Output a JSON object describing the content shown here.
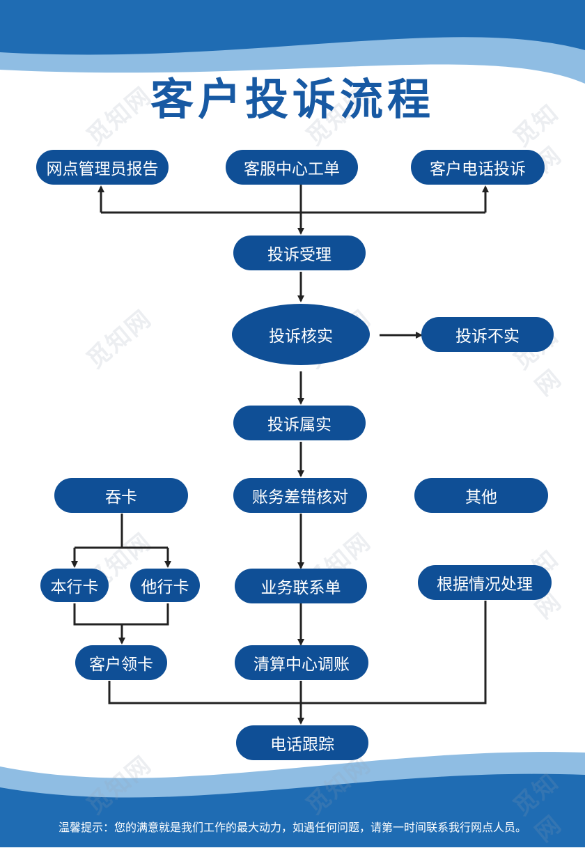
{
  "title": "客户投诉流程",
  "nodes": {
    "branch_report": "网点管理员报告",
    "service_ticket": "客服中心工单",
    "phone_complaint": "客户电话投诉",
    "accept": "投诉受理",
    "verify": "投诉核实",
    "not_true": "投诉不实",
    "confirmed": "投诉属实",
    "swallowed_card": "吞卡",
    "account_check": "账务差错核对",
    "other": "其他",
    "own_bank_card": "本行卡",
    "other_bank_card": "他行卡",
    "business_form": "业务联系单",
    "handle_case": "根据情况处理",
    "customer_pickup": "客户领卡",
    "clearing_adjust": "清算中心调账",
    "phone_followup": "电话跟踪"
  },
  "footer": "温馨提示：您的满意就是我们工作的最大动力，如遇任何问题，请第一时间联系我行网点人员。",
  "watermark": "觅知网",
  "colors": {
    "node": "#0f4f96",
    "title": "#1759a3",
    "wave_dark": "#1f6cb3",
    "wave_light": "#7fb4dd"
  }
}
